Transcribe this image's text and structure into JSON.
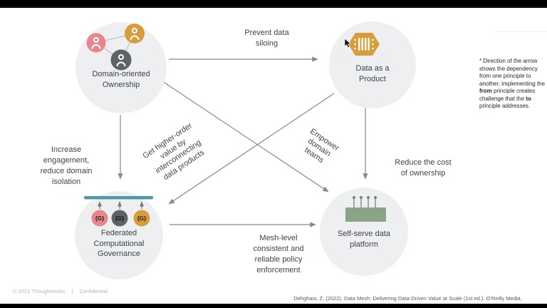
{
  "nodes": {
    "domain_ownership": {
      "label": "Domain-oriented\nOwnership"
    },
    "data_as_product": {
      "label": "Data as a\nProduct"
    },
    "federated_governance": {
      "label": "Federated\nComputational\nGovernance",
      "badge": "{G}"
    },
    "self_serve_platform": {
      "label": "Self-serve data\nplatform"
    }
  },
  "edges": {
    "prevent_siloing": {
      "label": "Prevent data\nsiloing"
    },
    "increase_engagement": {
      "label": "Increase\nengagement,\nreduce domain\nisolation"
    },
    "higher_order_value": {
      "label": "Get higher-order\nvalue by\ninterconnecting\ndata products"
    },
    "empower_teams": {
      "label": "Empower\ndomain\nteams"
    },
    "reduce_cost": {
      "label": "Reduce the cost\nof ownership"
    },
    "mesh_policy": {
      "label": "Mesh-level\nconsistent and\nreliable policy\nenforcement"
    }
  },
  "note": {
    "part1": "* Direction of the arrow shows the dependency from one principle to another, implementing the ",
    "bold_from": "from",
    "part2": " principle creates challenge that the ",
    "bold_to": "to",
    "part3": " principle addresses."
  },
  "footer": {
    "copyright": "© 2021 Thoughtworks",
    "divider": "|",
    "confidential": "Confidential"
  },
  "citation": "Dehghani, Z. (2022). Data Mesh: Delivering Data-Driven Value at Scale (1st ed.). O'Reilly Media.",
  "icons": {
    "domain_ownership": "team-network-icon",
    "data_as_product": "data-product-hexagon-icon",
    "federated_governance": "governance-bar-icon",
    "self_serve_platform": "platform-pins-icon",
    "pointer": "mouse-cursor-icon"
  },
  "colors": {
    "pink": "#e8868c",
    "orange": "#d99c3c",
    "dark_gray": "#5f6366",
    "teal": "#4f98a8",
    "green": "#8aa487",
    "circle_bg": "#edeff1",
    "arrow": "#85898e"
  }
}
